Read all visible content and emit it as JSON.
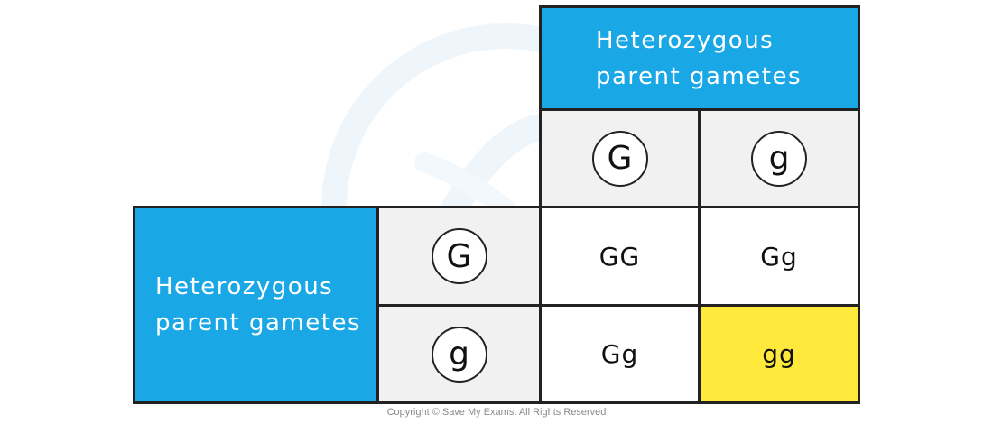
{
  "punnett": {
    "top_header": {
      "line1": "Heterozygous",
      "line2": "parent gametes"
    },
    "left_header": {
      "line1": "Heterozygous",
      "line2": "parent gametes"
    },
    "top_gametes": [
      "G",
      "g"
    ],
    "left_gametes": [
      "G",
      "g"
    ],
    "offspring": [
      [
        "GG",
        "Gg"
      ],
      [
        "Gg",
        "gg"
      ]
    ],
    "highlighted_cell": "gg"
  },
  "colors": {
    "header_blue": "#1aa7e6",
    "gamete_grey": "#f1f1f1",
    "highlight_yellow": "#ffe93d",
    "border": "#222222"
  },
  "footer": {
    "copyright": "Copyright © Save My Exams. All Rights Reserved"
  }
}
